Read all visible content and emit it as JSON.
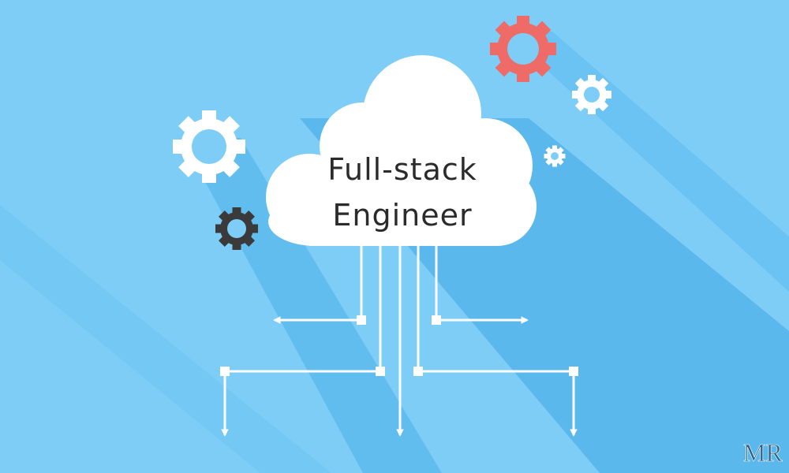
{
  "title": {
    "line1": "Full-stack",
    "line2": "Engineer"
  },
  "watermark": {
    "text": "MR"
  },
  "colors": {
    "background": "#7dcdf6",
    "shadow": "#5bb8ec",
    "cloud": "#ffffff",
    "gear_red": "#ef6b67",
    "gear_dark": "#3a3a3a",
    "gear_white": "#ffffff",
    "lines": "#ffffff"
  },
  "icons": [
    "cloud-icon",
    "gear-icon",
    "arrow-left-icon",
    "arrow-right-icon",
    "arrow-down-icon"
  ]
}
